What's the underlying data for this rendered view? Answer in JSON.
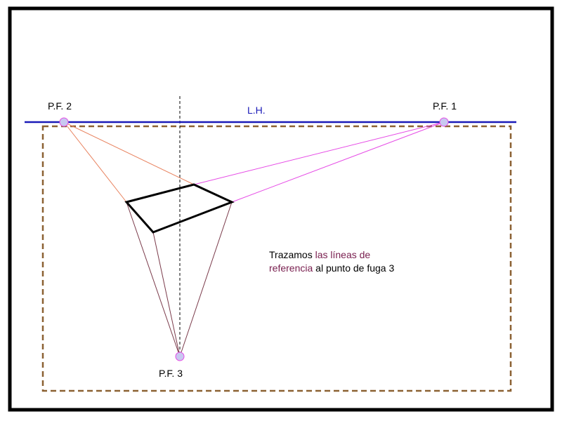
{
  "labels": {
    "pf1": "P.F. 1",
    "pf2": "P.F. 2",
    "pf3": "P.F. 3",
    "lh": "L.H."
  },
  "note": {
    "part1": "Trazamos ",
    "highlight1": "las líneas de",
    "highlight2": "referencia",
    "part2": " al punto de fuga 3"
  },
  "colors": {
    "horizon": "#1a1ab8",
    "frame": "#8b6132",
    "pf2_lines": "#e8825e",
    "pf1_lines": "#e64ce6",
    "pf3_lines": "#7a3a4a",
    "highlight": "#7a2050"
  }
}
